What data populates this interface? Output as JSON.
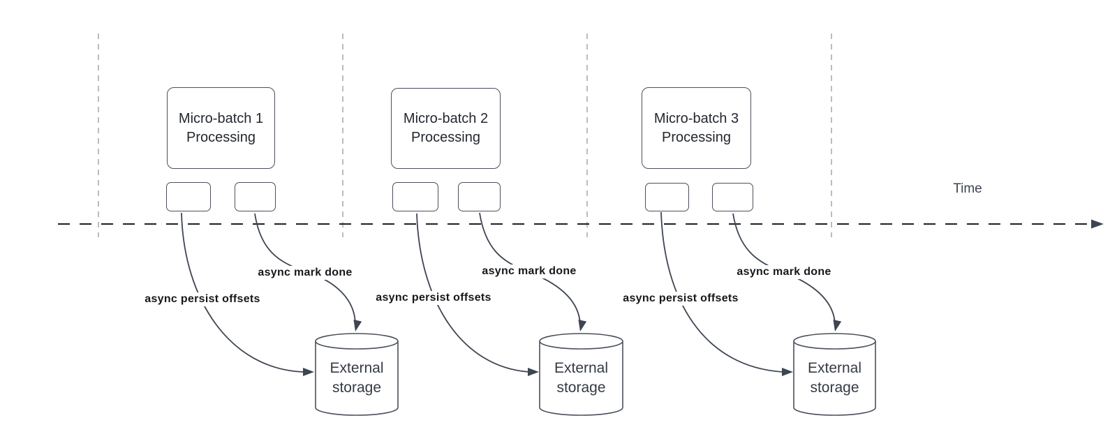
{
  "diagram": {
    "time_axis": {
      "label": "Time"
    },
    "groups": [
      {
        "name": "micro-batch-1",
        "box_line1": "Micro-batch 1",
        "box_line2": "Processing",
        "persist_arrow_label": "async persist offsets",
        "mark_done_arrow_label": "async mark done",
        "storage_line1": "External",
        "storage_line2": "storage"
      },
      {
        "name": "micro-batch-2",
        "box_line1": "Micro-batch 2",
        "box_line2": "Processing",
        "persist_arrow_label": "async persist offsets",
        "mark_done_arrow_label": "async mark done",
        "storage_line1": "External",
        "storage_line2": "storage"
      },
      {
        "name": "micro-batch-3",
        "box_line1": "Micro-batch 3",
        "box_line2": "Processing",
        "persist_arrow_label": "async persist offsets",
        "mark_done_arrow_label": "async mark done",
        "storage_line1": "External",
        "storage_line2": "storage"
      }
    ],
    "colors": {
      "background": "#ffffff",
      "shape_border": "#4a505a",
      "shape_text": "#23272e",
      "storage_text": "#343a45",
      "curve": "#3e4552",
      "bold_label_text": "#17181a",
      "guide_line": "#a6a6a6",
      "timeline": "#1c1f26",
      "time_label_text": "#3d434e"
    }
  }
}
